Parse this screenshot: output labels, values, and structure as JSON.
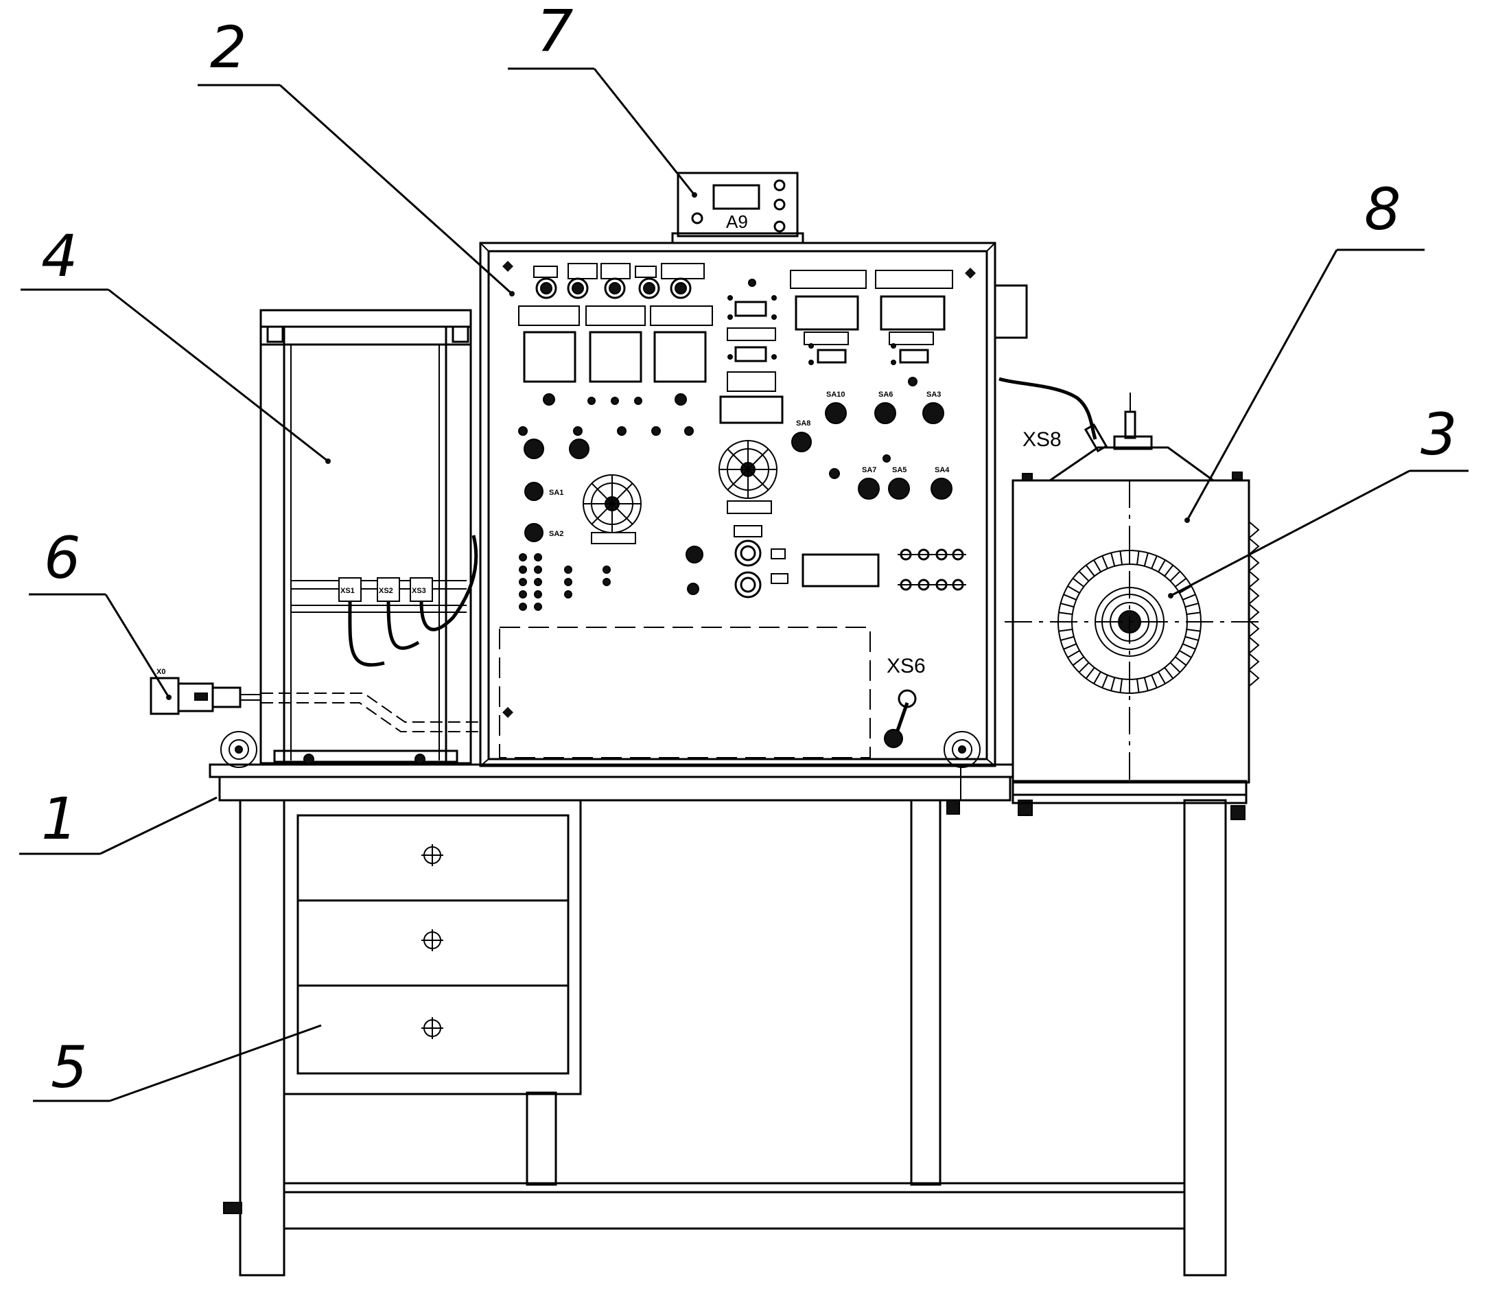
{
  "callouts": {
    "c1": "1",
    "c2": "2",
    "c3": "3",
    "c4": "4",
    "c5": "5",
    "c6": "6",
    "c7": "7",
    "c8": "8"
  },
  "labels": {
    "a9": "A9",
    "xs6": "XS6",
    "xs8": "XS8",
    "x0": "X0",
    "xs1": "XS1",
    "xs2": "XS2",
    "xs3": "XS3",
    "sa1": "SA1",
    "sa2": "SA2",
    "sa3": "SA3",
    "sa4": "SA4",
    "sa5": "SA5",
    "sa6": "SA6",
    "sa7": "SA7",
    "sa8": "SA8",
    "sa10": "SA10"
  },
  "colors": {
    "line": "#000000",
    "background": "#ffffff"
  }
}
